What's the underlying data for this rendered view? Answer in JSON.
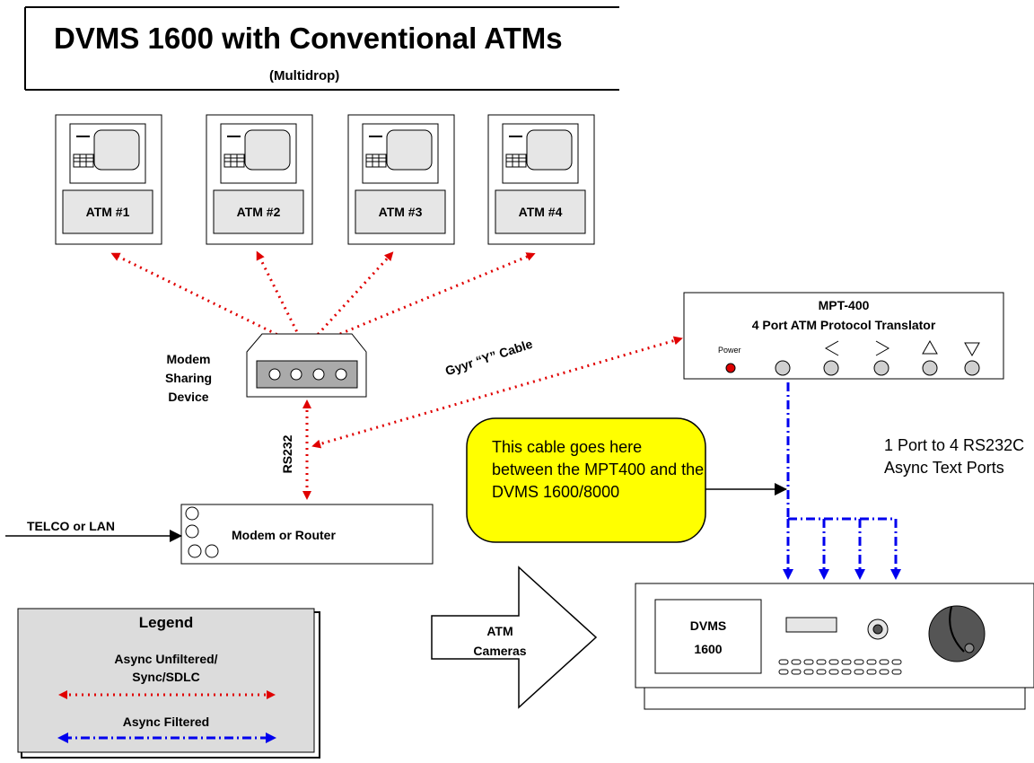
{
  "title": {
    "main": "DVMS 1600 with Conventional ATMs",
    "sub": "(Multidrop)"
  },
  "atms": [
    {
      "label": "ATM #1"
    },
    {
      "label": "ATM #2"
    },
    {
      "label": "ATM #3"
    },
    {
      "label": "ATM #4"
    }
  ],
  "modem_sharing": {
    "lines": [
      "Modem",
      "Sharing",
      "Device"
    ]
  },
  "rs232_label": "RS232",
  "cable_label": "Gyyr “Y” Cable",
  "telco_label": "TELCO or LAN",
  "modem_router": {
    "label": "Modem or Router"
  },
  "mpt": {
    "name": "MPT-400",
    "description": "4 Port ATM Protocol Translator",
    "power_label": "Power"
  },
  "callout": {
    "text": "This cable goes here between the MPT400 and the DVMS 1600/8000"
  },
  "port_note": {
    "text": "1 Port to 4 RS232C Async Text Ports"
  },
  "arrow_label": {
    "lines": [
      "ATM",
      "Cameras"
    ]
  },
  "dvms": {
    "lines": [
      "DVMS",
      "1600"
    ]
  },
  "legend": {
    "title": "Legend",
    "item1_lines": [
      "Async Unfiltered/",
      "Sync/SDLC"
    ],
    "item2": "Async Filtered"
  },
  "colors": {
    "unfiltered_line": "#e00000",
    "filtered_line": "#0000ee",
    "callout_fill": "#ffff00",
    "legend_fill": "#dcdcdc",
    "atm_label_fill": "#e6e6e6",
    "power_led": "#dd0000"
  }
}
